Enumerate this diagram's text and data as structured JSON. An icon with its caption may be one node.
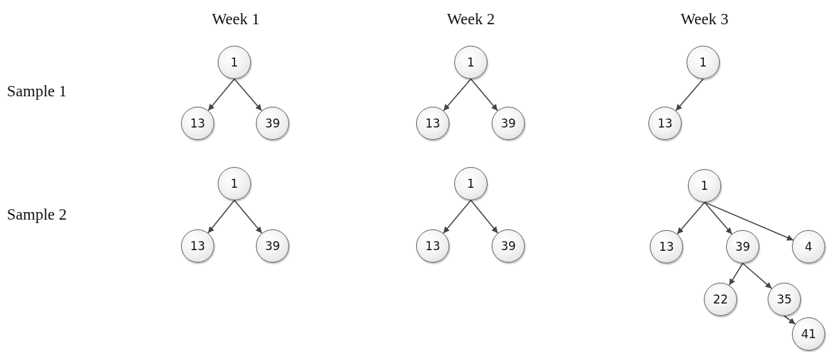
{
  "diagram": {
    "nodes": [
      {
        "text": [
          "1"
        ]
      },
      {
        "text": [
          "13"
        ]
      },
      {
        "text": [
          "39"
        ]
      },
      {
        "text": [
          "1"
        ]
      },
      {
        "text": [
          "13"
        ]
      },
      {
        "text": [
          "39"
        ]
      },
      {
        "text": [
          "1"
        ]
      },
      {
        "text": [
          "13"
        ]
      },
      {
        "text": [
          "1"
        ]
      },
      {
        "text": [
          "13"
        ]
      },
      {
        "text": [
          "39"
        ]
      },
      {
        "text": [
          "1"
        ]
      },
      {
        "text": [
          "13"
        ]
      },
      {
        "text": [
          "39"
        ]
      },
      {
        "text": [
          "1"
        ]
      },
      {
        "text": [
          "13"
        ]
      },
      {
        "text": [
          "39"
        ]
      },
      {
        "text": [
          "4"
        ]
      },
      {
        "text": [
          "22"
        ]
      },
      {
        "text": [
          "35"
        ]
      },
      {
        "text": [
          "41"
        ]
      }
    ],
    "edges": [
      {
        "from": 0,
        "to": 1,
        "arrow": "to"
      },
      {
        "from": 0,
        "to": 2,
        "arrow": "to"
      },
      {
        "from": 3,
        "to": 4,
        "arrow": "to"
      },
      {
        "from": 3,
        "to": 5,
        "arrow": "to"
      },
      {
        "from": 6,
        "to": 7,
        "arrow": "to"
      },
      {
        "from": 8,
        "to": 9,
        "arrow": "to"
      },
      {
        "from": 8,
        "to": 10,
        "arrow": "to"
      },
      {
        "from": 11,
        "to": 12,
        "arrow": "to"
      },
      {
        "from": 11,
        "to": 13,
        "arrow": "to"
      },
      {
        "from": 14,
        "to": 15,
        "arrow": "to"
      },
      {
        "from": 14,
        "to": 16,
        "arrow": "to"
      },
      {
        "from": 14,
        "to": 17,
        "arrow": "to"
      },
      {
        "from": 16,
        "to": 18,
        "arrow": "to"
      },
      {
        "from": 16,
        "to": 19,
        "arrow": "to"
      },
      {
        "from": 19,
        "to": 20,
        "arrow": "to"
      }
    ],
    "labels": [
      "Week 1",
      "Week 2",
      "Week 3",
      "Sample 1",
      "Sample 2"
    ]
  }
}
